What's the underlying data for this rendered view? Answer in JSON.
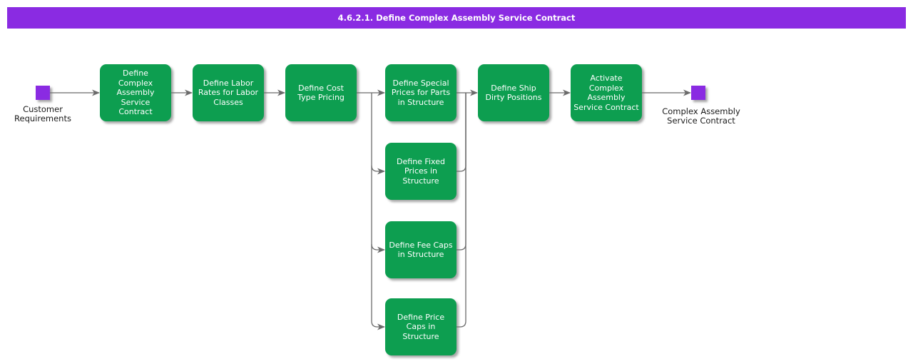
{
  "title_bar": {
    "text": "4.6.2.1. Define Complex Assembly Service Contract"
  },
  "colors": {
    "accent_purple": "#8A2BE2",
    "activity_green": "#0D9E50",
    "connector_gray": "#6B6B6B",
    "activity_text": "#FFFFFF",
    "label_text": "#1A1A1A"
  },
  "terminators": {
    "start": {
      "label": "Customer\nRequirements"
    },
    "end": {
      "label": "Complex Assembly\nService Contract"
    }
  },
  "nodes": [
    {
      "id": "define-complex-assembly-service-contract",
      "label": "Define\nComplex\nAssembly\nService\nContract"
    },
    {
      "id": "define-labor-rates-for-labor-classes",
      "label": "Define Labor\nRates for Labor\nClasses"
    },
    {
      "id": "define-cost-type-pricing",
      "label": "Define Cost\nType Pricing"
    },
    {
      "id": "define-special-prices-for-parts-in-structure",
      "label": "Define Special\nPrices for Parts\nin Structure"
    },
    {
      "id": "define-ship-dirty-positions",
      "label": "Define Ship\nDirty Positions"
    },
    {
      "id": "activate-complex-assembly-service-contract",
      "label": "Activate\nComplex\nAssembly\nService Contract"
    },
    {
      "id": "define-fixed-prices-in-structure",
      "label": "Define Fixed\nPrices in\nStructure"
    },
    {
      "id": "define-fee-caps-in-structure",
      "label": "Define Fee Caps\nin Structure"
    },
    {
      "id": "define-price-caps-in-structure",
      "label": "Define Price\nCaps in\nStructure"
    }
  ]
}
